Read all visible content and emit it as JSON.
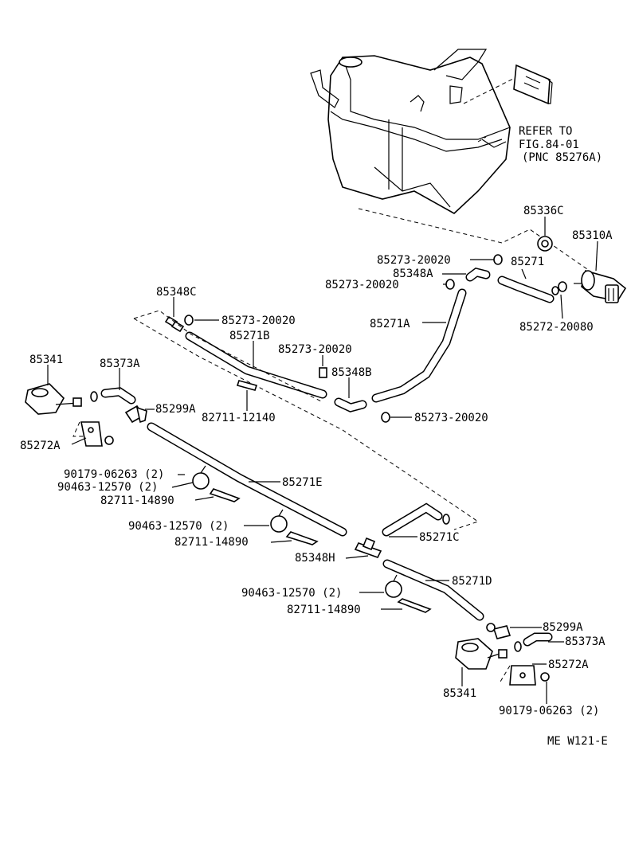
{
  "refer_note": {
    "line1": "REFER TO",
    "line2": "FIG.84-01",
    "line3": "(PNC 85276A)"
  },
  "labels": {
    "p85336C": "85336C",
    "p85310A": "85310A",
    "p85273_1": "85273-20020",
    "p85271": "85271",
    "p85348A": "85348A",
    "p85273_2": "85273-20020",
    "p85348C": "85348C",
    "p85273_3": "85273-20020",
    "p85271B": "85271B",
    "p85271A": "85271A",
    "p85272_20080": "85272-20080",
    "p85273_4": "85273-20020",
    "p85341_top": "85341",
    "p85373A_top": "85373A",
    "p85348B": "85348B",
    "p85299A_top": "85299A",
    "p82711_12140": "82711-12140",
    "p85273_5": "85273-20020",
    "p85272A_top": "85272A",
    "p90179_top": "90179-06263 (2)",
    "p90463_1": "90463-12570 (2)",
    "p85271E": "85271E",
    "p82711_1": "82711-14890",
    "p90463_2": "90463-12570 (2)",
    "p82711_2": "82711-14890",
    "p85271C": "85271C",
    "p85348H": "85348H",
    "p85271D": "85271D",
    "p90463_3": "90463-12570 (2)",
    "p82711_3": "82711-14890",
    "p85299A_bot": "85299A",
    "p85373A_bot": "85373A",
    "p85272A_bot": "85272A",
    "p85341_bot": "85341",
    "p90179_bot": "90179-06263 (2)"
  },
  "figure_code": "ME  W121-E"
}
